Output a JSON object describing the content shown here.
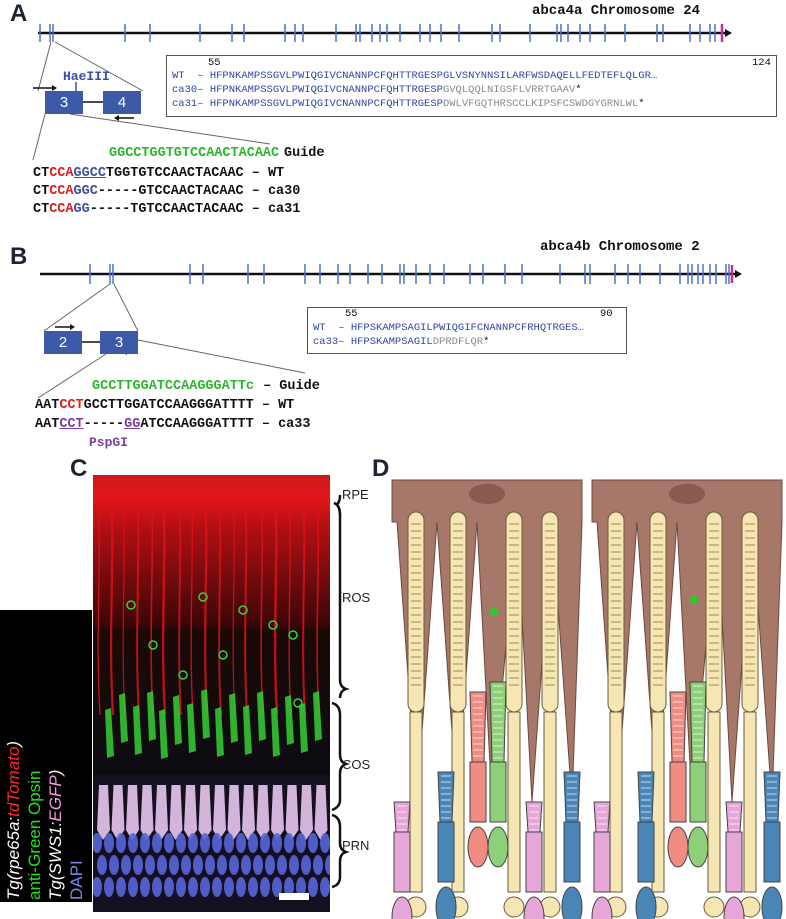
{
  "panels": {
    "A": "A",
    "B": "B",
    "C": "C",
    "D": "D"
  },
  "panelA": {
    "chromosome_title": "abca4a Chromosome 24",
    "exon_left": "3",
    "exon_right": "4",
    "enzyme": "HaeIII",
    "guide_seq": "GGCCTGGTGTCCAACTACAAC",
    "guide_label": "Guide",
    "wt_prefix": "CT",
    "wt_red": "CCA",
    "wt_underline": "GGCC",
    "wt_rest": "TGGTGTCCAACTACAAC",
    "wt_suffix": " – WT",
    "ca30_prefix": "CT",
    "ca30_red": "CCA",
    "ca30_blue": "GGC",
    "ca30_rest": "-----GTCCAACTACAAC",
    "ca30_suffix": " – ca30",
    "ca31_prefix": "CT",
    "ca31_red": "CCA",
    "ca31_blue": "GG",
    "ca31_rest": "-----TGTCCAACTACAAC",
    "ca31_suffix": " – ca31",
    "prot_start": "55",
    "prot_end": "124",
    "prot_wt_label": "WT  – ",
    "prot_wt_seq": "HFPNKAMPSSGVLPWIQGIVCNANNPCFQHTTRGESPGLVSNYNNSILARFWSDAQELLFEDTEFLQLGR…",
    "prot_ca30_label": "ca30– ",
    "prot_ca30_seq_blue": "HFPNKAMPSSGVLPWIQGIVCNANNPCFQHTTRGESP",
    "prot_ca30_seq_gray": "GVQLQQLNIGSFLVRRTGAAV",
    "prot_ca30_stop": "*",
    "prot_ca31_label": "ca31– ",
    "prot_ca31_seq_blue": "HFPNKAMPSSGVLPWIQGIVCNANNPCFQHTTRGESP",
    "prot_ca31_seq_gray": "DWLVFGQTHRSCCLKIPSFCSWDGYGRNLWL",
    "prot_ca31_stop": "*"
  },
  "panelB": {
    "chromosome_title": "abca4b Chromosome 2",
    "exon_left": "2",
    "exon_right": "3",
    "enzyme": "PspGI",
    "guide_seq": "GCCTTGGATCCAAGGGATTc",
    "guide_label": " – Guide",
    "wt_prefix": "AAT",
    "wt_red": "CCT",
    "wt_rest": "GCCTTGGATCCAAGGGATTTT",
    "wt_suffix": " – WT",
    "ca33_prefix": "AAT",
    "ca33_purple": "CCT",
    "ca33_dash": "-----",
    "ca33_purple2": "GG",
    "ca33_rest": "ATCCAAGGGATTTT",
    "ca33_suffix": " – ca33",
    "prot_start": "55",
    "prot_end": "90",
    "prot_wt_label": "WT  – ",
    "prot_wt_seq": "HFPSKAMPSAGILPWIQGIFCNANNPCFRHQTRGES…",
    "prot_ca33_label": "ca33– ",
    "prot_ca33_seq_blue": "HFPSKAMPSAGIL",
    "prot_ca33_seq_gray": "DPRDFLQR",
    "prot_ca33_stop": "*"
  },
  "panelC": {
    "legend_line1_a": "Tg(rpe65a:",
    "legend_line1_b": "tdTomato",
    "legend_line1_c": ")",
    "legend_line2": "anti-Green Opsin",
    "legend_line3_a": "Tg(SWS1:",
    "legend_line3_b": "EGFP",
    "legend_line3_c": ")",
    "legend_line4": "DAPI"
  },
  "layers": {
    "rpe": "RPE",
    "ros": "ROS",
    "cos": "COS",
    "prn": "PRN"
  },
  "colors": {
    "exon": "#3c5aa8",
    "chrom_exon": "#4a72c8",
    "rpe_cell": "#a7776a",
    "rod": "#f5e6b4",
    "red_cone": "#f08c82",
    "green_cone": "#8ed07a",
    "uv_cone": "#e6a6d8",
    "blue_cone": "#4a86b8"
  }
}
